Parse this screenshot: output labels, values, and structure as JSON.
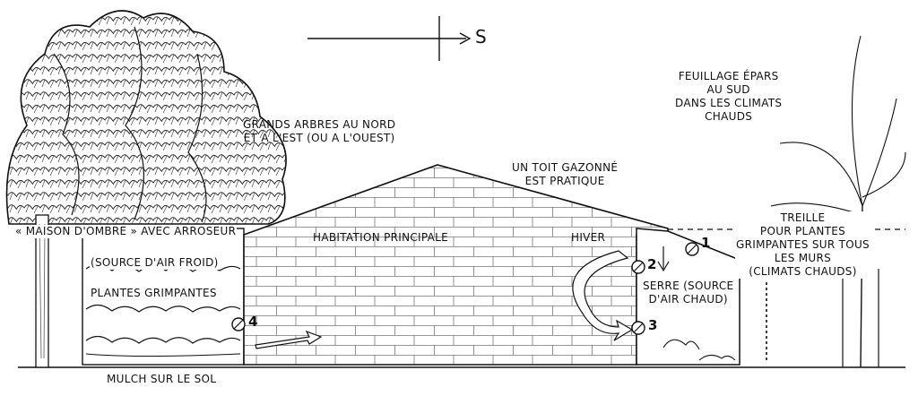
{
  "compass": {
    "direction": "S"
  },
  "labels": {
    "grands_arbres": [
      "GRANDS ARBRES AU NORD",
      "ET A L'EST (OU A L'OUEST)"
    ],
    "feuillage": [
      "FEUILLAGE ÉPARS",
      "AU SUD",
      "DANS LES CLIMATS",
      "CHAUDS"
    ],
    "toit": [
      "UN TOIT GAZONNÉ",
      "EST PRATIQUE"
    ],
    "maison_ombre": "« MAISON D'OMBRE » AVEC ARROSEUR",
    "habitation": "HABITATION PRINCIPALE",
    "hiver": "HIVER",
    "source_froid": "(SOURCE D'AIR FROID)",
    "plantes": "PLANTES GRIMPANTES",
    "serre": [
      "SERRE (SOURCE",
      "D'AIR CHAUD)"
    ],
    "treille": [
      "TREILLE",
      "POUR PLANTES",
      "GRIMPANTES SUR TOUS",
      "LES MURS",
      "(CLIMATS CHAUDS)"
    ],
    "mulch": "MULCH SUR LE SOL"
  },
  "vents": {
    "v1": "1",
    "v2": "2",
    "v3": "3",
    "v4": "4"
  }
}
